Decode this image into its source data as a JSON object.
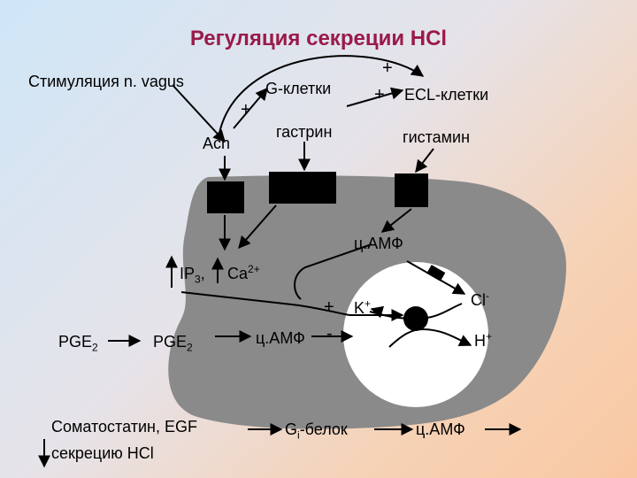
{
  "title": "Регуляция секреции HCl",
  "labels": {
    "vagus": "Стимуляция n. vagus",
    "g_cells": "G-клетки",
    "ecl_cells": "ECL-клетки",
    "ach": "Ach",
    "gastrin": "гастрин",
    "histamine": "гистамин",
    "camp_top": "ц.АМФ",
    "ip3": "IP",
    "ip3_sub": "3",
    "ip3_comma": ",",
    "ca": "Ca",
    "ca_sup": "2+",
    "k": "K",
    "k_sup": "+",
    "cl": "Cl",
    "cl_sup": "-",
    "h": "H",
    "h_sup": "+",
    "pge2_left": "PGE",
    "pge2_left_sub": "2",
    "pge2_inner": "PGE",
    "pge2_inner_sub": "2",
    "camp_mid": "ц.АМФ",
    "somatostatin": "Соматостатин, EGF",
    "secretion": "секрецию HCl",
    "gi_protein": "G",
    "gi_sub": "i",
    "gi_suffix": "-белок",
    "camp_bottom": "ц.АМФ"
  },
  "signs": {
    "plus_ach": "+",
    "plus_top": "+",
    "plus_ecl": "+",
    "plus_pump": "+",
    "minus_pump": "-"
  },
  "colors": {
    "title": "#9a1a4a",
    "cell": "#8a8a8a",
    "receptor": "#000000",
    "lumen": "#ffffff"
  }
}
